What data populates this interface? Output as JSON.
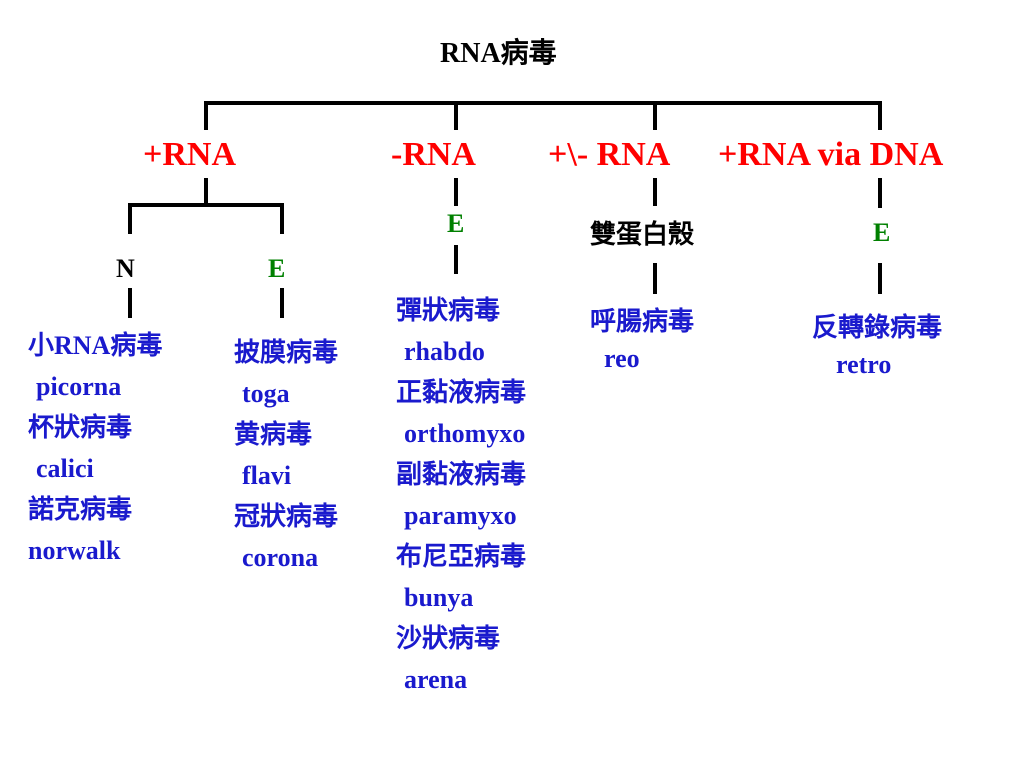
{
  "colors": {
    "category": "#ff0000",
    "envelope": "#008000",
    "virus": "#1a1acd",
    "line": "#000000",
    "text": "#000000"
  },
  "title": "RNA病毒",
  "categories": [
    "+RNA",
    "-RNA",
    "+\\- RNA",
    "+RNA via DNA"
  ],
  "plus_rna": {
    "non_enveloped": {
      "tag": "N",
      "viruses": [
        "小RNA病毒",
        "picorna",
        "杯狀病毒",
        "calici",
        "諾克病毒",
        "norwalk"
      ]
    },
    "enveloped": {
      "tag": "E",
      "viruses": [
        "披膜病毒",
        "toga",
        "黄病毒",
        "flavi",
        "冠狀病毒",
        "corona"
      ]
    }
  },
  "minus_rna": {
    "tag": "E",
    "viruses": [
      "彈狀病毒",
      "rhabdo",
      "正黏液病毒",
      "orthomyxo",
      "副黏液病毒",
      "paramyxo",
      "布尼亞病毒",
      "bunya",
      "沙狀病毒",
      "arena"
    ]
  },
  "plus_minus_rna": {
    "capsid": "雙蛋白殼",
    "viruses": [
      "呼腸病毒",
      "reo"
    ]
  },
  "rna_via_dna": {
    "tag": "E",
    "viruses": [
      "反轉錄病毒",
      "retro"
    ]
  }
}
